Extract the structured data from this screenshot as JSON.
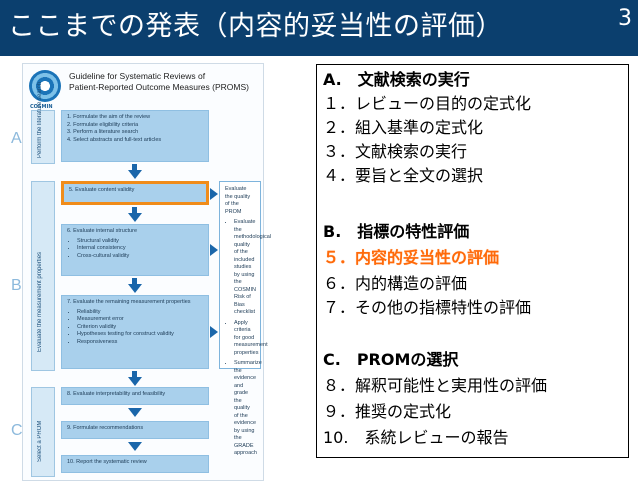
{
  "slide": {
    "title": "ここまでの発表（内容的妥当性の評価）",
    "page_number": "3"
  },
  "guideline": {
    "logo_text": "COSMIN",
    "title_line1": "Guideline for Systematic Reviews of",
    "title_line2": "Patient-Reported Outcome Measures (PROMS)",
    "phases": [
      {
        "letter": "A",
        "label": "Perform the literature search"
      },
      {
        "letter": "B",
        "label": "Evaluate the measurement properties"
      },
      {
        "letter": "C",
        "label": "Select a PROM"
      }
    ],
    "steps_a": [
      "1. Formulate the aim of the review",
      "2. Formulate eligibility criteria",
      "3. Perform a literature search",
      "4. Select abstracts and full-text articles"
    ],
    "step5": "5. Evaluate content validity",
    "step6": "6. Evaluate internal structure",
    "step6_items": [
      "Structural validity",
      "Internal consistency",
      "Cross-cultural validity"
    ],
    "step7": "7. Evaluate the remaining measurement properties",
    "step7_items": [
      "Reliability",
      "Measurement error",
      "Criterion validity",
      "Hypotheses testing for construct validity",
      "Responsiveness"
    ],
    "step8": "8. Evaluate interpretability and feasibility",
    "step9": "9. Formulate recommendations",
    "step10": "10. Report the systematic review",
    "side_title": "Evaluate the quality of the PROM",
    "side_items": [
      "Evaluate the methodological quality of the included studies by using the COSMIN Risk of Bias checklist",
      "Apply criteria for good measurement properties",
      "Summarize the evidence and grade the quality of the evidence by using the GRADE approach"
    ]
  },
  "outline": {
    "a_head": "A.　文献検索の実行",
    "a1": "１．レビューの目的の定式化",
    "a2": "２．組入基準の定式化",
    "a3": "３．文献検索の実行",
    "a4": "４．要旨と全文の選択",
    "b_head": "B.　指標の特性評価",
    "b5": "５．内容的妥当性の評価",
    "b6": "６．内的構造の評価",
    "b7": "７．その他の指標特性の評価",
    "c_head": "C.　PROMの選択",
    "c8": "８．解釈可能性と実用性の評価",
    "c9": "９．推奨の定式化",
    "c10": "10.　系統レビューの報告"
  },
  "colors": {
    "title_bar": "#0b3f6e",
    "highlight": "#ff6a0a",
    "box_blue": "#a9d0ec"
  }
}
